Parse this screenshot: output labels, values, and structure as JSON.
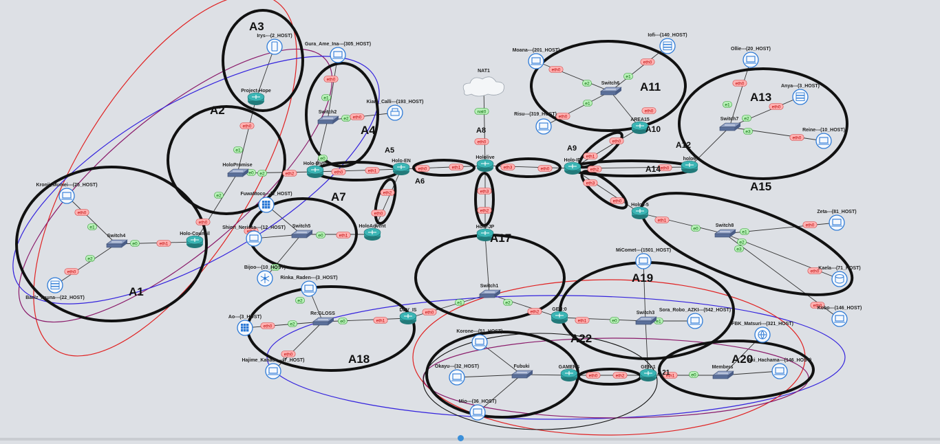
{
  "colors": {
    "background": "#dde0e5",
    "link": "#333333",
    "port_red_fill": "#ffb0b0",
    "port_red_text": "#b00000",
    "port_green_fill": "#b7f0b7",
    "port_green_text": "#006600",
    "area_black": "#111111",
    "area_red": "#e02020",
    "area_blue": "#3322dd",
    "area_purple": "#8a1a6a",
    "router": "#2f9e9e",
    "switch": "#5a6f9a",
    "host": "#2d7ad6"
  },
  "nodes": [
    {
      "id": "irys",
      "label": "Irys---(2_HOST)",
      "icon": "tablet-icon"
    },
    {
      "id": "gura",
      "label": "Gura_Ame_Ina---(305_HOST)",
      "icon": "laptop-icon"
    },
    {
      "id": "projecthope",
      "label": "Project-Hope",
      "icon": "router-icon"
    },
    {
      "id": "switch2",
      "label": "Switch2",
      "icon": "switch-icon"
    },
    {
      "id": "kiara",
      "label": "Kiara_Calli---(193_HOST)",
      "icon": "printer-icon"
    },
    {
      "id": "holopromise",
      "label": "HoloPromise",
      "icon": "switch-icon"
    },
    {
      "id": "holomyth",
      "label": "Holo-Myth",
      "icon": "router-icon"
    },
    {
      "id": "holoen",
      "label": "Holo-EN",
      "icon": "router-icon"
    },
    {
      "id": "kronii",
      "label": "Kronii_Mumei---(25_HOST)",
      "icon": "laptop-icon"
    },
    {
      "id": "fuwamoco",
      "label": "FuwaMoco---(5_HOST)",
      "icon": "firewall-icon"
    },
    {
      "id": "switch4",
      "label": "Switch4",
      "icon": "switch-icon"
    },
    {
      "id": "holocouncil",
      "label": "Holo-Council",
      "icon": "router-icon"
    },
    {
      "id": "baelz",
      "label": "Baelz_Fauna---(22_HOST)",
      "icon": "server-icon"
    },
    {
      "id": "shiori",
      "label": "Shiori_Nerissa---(12_HOST)",
      "icon": "laptop-icon"
    },
    {
      "id": "switch5",
      "label": "Switch5",
      "icon": "switch-icon"
    },
    {
      "id": "holoadvent",
      "label": "HoloAdvent",
      "icon": "router-icon"
    },
    {
      "id": "bijou",
      "label": "Bijoo---(10_HOST)",
      "icon": "hub-icon"
    },
    {
      "id": "rinka",
      "label": "Rinka_Raden---(3_HOST)",
      "icon": "laptop-icon"
    },
    {
      "id": "ao",
      "label": "Ao---(3_HOST)",
      "icon": "firewall-icon"
    },
    {
      "id": "regloss",
      "label": "Re:GLOSS",
      "icon": "switch-icon"
    },
    {
      "id": "devis",
      "label": "DEV_IS",
      "icon": "router-icon"
    },
    {
      "id": "hajime",
      "label": "Hajime_Kanade---(7_HOST)",
      "icon": "laptop-icon"
    },
    {
      "id": "nat1",
      "label": "NAT1",
      "icon": "cloud-icon"
    },
    {
      "id": "hololive",
      "label": "Hololive",
      "icon": "router-icon"
    },
    {
      "id": "holojp",
      "label": "Holo-JP",
      "icon": "router-icon"
    },
    {
      "id": "switch1",
      "label": "Switch1",
      "icon": "switch-icon"
    },
    {
      "id": "gen0",
      "label": "GEN:0",
      "icon": "router-icon"
    },
    {
      "id": "korone",
      "label": "Korone---(51_HOST)",
      "icon": "laptop-icon"
    },
    {
      "id": "okayu",
      "label": "Okayu---(32_HOST)",
      "icon": "laptop-icon"
    },
    {
      "id": "fubuki",
      "label": "Fubuki",
      "icon": "switch-icon"
    },
    {
      "id": "gamers",
      "label": "GAMERS",
      "icon": "router-icon"
    },
    {
      "id": "mio",
      "label": "Mio---(36_HOST)",
      "icon": "laptop-icon"
    },
    {
      "id": "gen1",
      "label": "GEN:1",
      "icon": "router-icon"
    },
    {
      "id": "members",
      "label": "Members",
      "icon": "switch-icon"
    },
    {
      "id": "haachama",
      "label": "Aki_Hachama---(146_HOST)",
      "icon": "laptop-icon"
    },
    {
      "id": "fbk",
      "label": "FBK_Matsuri---(321_HOST)",
      "icon": "globe-icon"
    },
    {
      "id": "switch3",
      "label": "Switch3",
      "icon": "switch-icon"
    },
    {
      "id": "sora",
      "label": "Sora_Robo_AZKI---(542_HOST)",
      "icon": "laptop-icon"
    },
    {
      "id": "micomet",
      "label": "MiComet---(1501_HOST)",
      "icon": "laptop-icon"
    },
    {
      "id": "holoid",
      "label": "Holo-ID",
      "icon": "router-icon"
    },
    {
      "id": "moana",
      "label": "Moana---(201_HOST)",
      "icon": "laptop-icon"
    },
    {
      "id": "iofi",
      "label": "Iofi---(140_HOST)",
      "icon": "server-icon"
    },
    {
      "id": "switch6",
      "label": "Switch6",
      "icon": "switch-icon"
    },
    {
      "id": "risu",
      "label": "Risu---(319_HOST)",
      "icon": "laptop-icon"
    },
    {
      "id": "area15",
      "label": "AREA15",
      "icon": "router-icon"
    },
    {
      "id": "holo6",
      "label": "holo6",
      "icon": "router-icon"
    },
    {
      "id": "ollie",
      "label": "Ollie---(20_HOST)",
      "icon": "laptop-icon"
    },
    {
      "id": "anya",
      "label": "Anya---(3_HOST)",
      "icon": "server-icon"
    },
    {
      "id": "switch7",
      "label": "Switch7",
      "icon": "switch-icon"
    },
    {
      "id": "reine",
      "label": "Reine---(10_HOST)",
      "icon": "laptop-icon"
    },
    {
      "id": "holo5",
      "label": "Holo5-5",
      "icon": "router-icon"
    },
    {
      "id": "switch8",
      "label": "Switch8",
      "icon": "switch-icon"
    },
    {
      "id": "zeta",
      "label": "Zeta---(81_HOST)",
      "icon": "laptop-icon"
    },
    {
      "id": "kaela",
      "label": "Kaela---(71_HOST)",
      "icon": "database-icon"
    },
    {
      "id": "kobo",
      "label": "Kobo---(146_HOST)",
      "icon": "laptop-icon"
    }
  ],
  "areas": [
    "A1",
    "A2",
    "A3",
    "A4",
    "A5",
    "A6",
    "A7",
    "A8",
    "A9",
    "A10",
    "A11",
    "A12",
    "A13",
    "A14",
    "A15",
    "A17",
    "A18",
    "A19",
    "A20",
    "A21",
    "A22"
  ],
  "ports": [
    "eth0",
    "eth1",
    "eth2",
    "eth3",
    "e0",
    "e1",
    "e2",
    "e3",
    "nat0"
  ]
}
